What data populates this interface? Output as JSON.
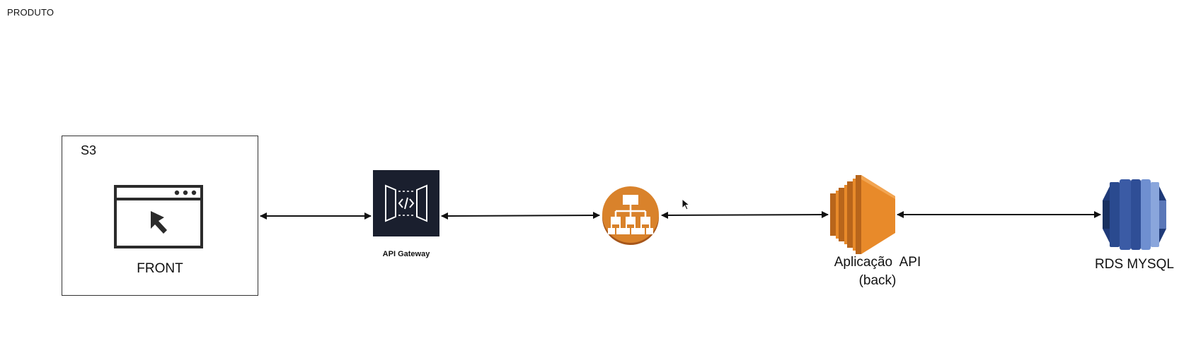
{
  "page": {
    "title": "PRODUTO"
  },
  "nodes": {
    "s3": {
      "label": "S3",
      "front_label": "FRONT",
      "icon": "browser-window-cursor-icon"
    },
    "api_gateway": {
      "label": "API Gateway",
      "icon": "api-gateway-icon",
      "color": "#1a1f2e"
    },
    "load_balancer": {
      "icon": "load-balancer-icon",
      "color": "#d9822b"
    },
    "app": {
      "label": "Aplicação  API\n(back)",
      "icon": "ec2-icon",
      "color": "#e88a2a"
    },
    "rds": {
      "label": "RDS MYSQL",
      "icon": "database-icon",
      "color": "#3b5ba5"
    }
  },
  "connections": [
    {
      "from": "s3",
      "to": "api_gateway",
      "direction": "both"
    },
    {
      "from": "api_gateway",
      "to": "load_balancer",
      "direction": "both"
    },
    {
      "from": "load_balancer",
      "to": "app",
      "direction": "both"
    },
    {
      "from": "app",
      "to": "rds",
      "direction": "both"
    }
  ]
}
